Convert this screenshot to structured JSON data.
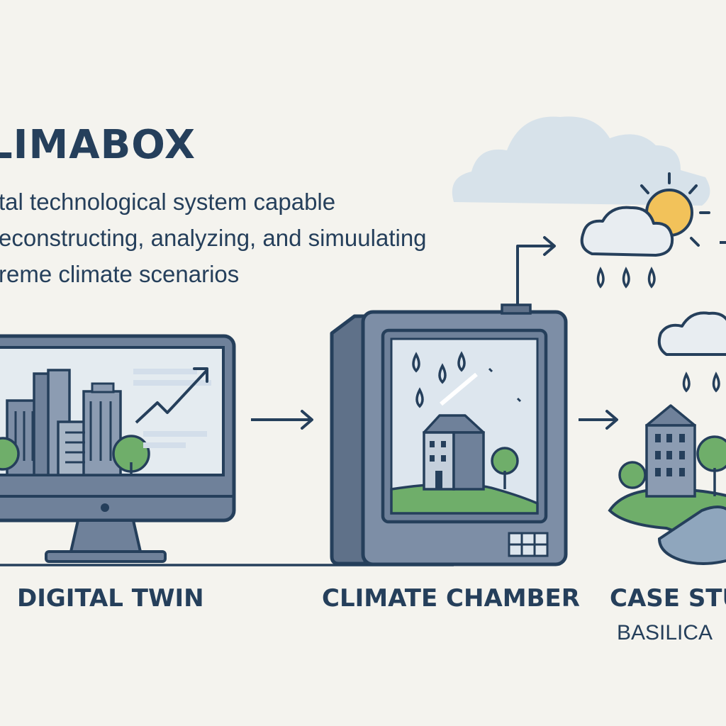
{
  "title": "LIMABOX",
  "description": {
    "line1": "tal technological system capable",
    "line2": "econstructing, analyzing, and simuulating",
    "line3": "reme climate scenarios"
  },
  "stages": [
    {
      "label": "DIGITAL TWIN",
      "icon": "monitor-city-icon"
    },
    {
      "label": "CLIMATE CHAMBER",
      "icon": "climate-chamber-icon"
    },
    {
      "label": "CASE STU",
      "sublabel": "BASILICA",
      "icon": "landscape-icon"
    }
  ],
  "colors": {
    "background": "#f4f3ee",
    "ink": "#253f5b",
    "device": "#6f819a",
    "screen": "#dde6ee",
    "green": "#6fae6a",
    "sun": "#f2c25a",
    "cloud": "#d7e2ea"
  }
}
